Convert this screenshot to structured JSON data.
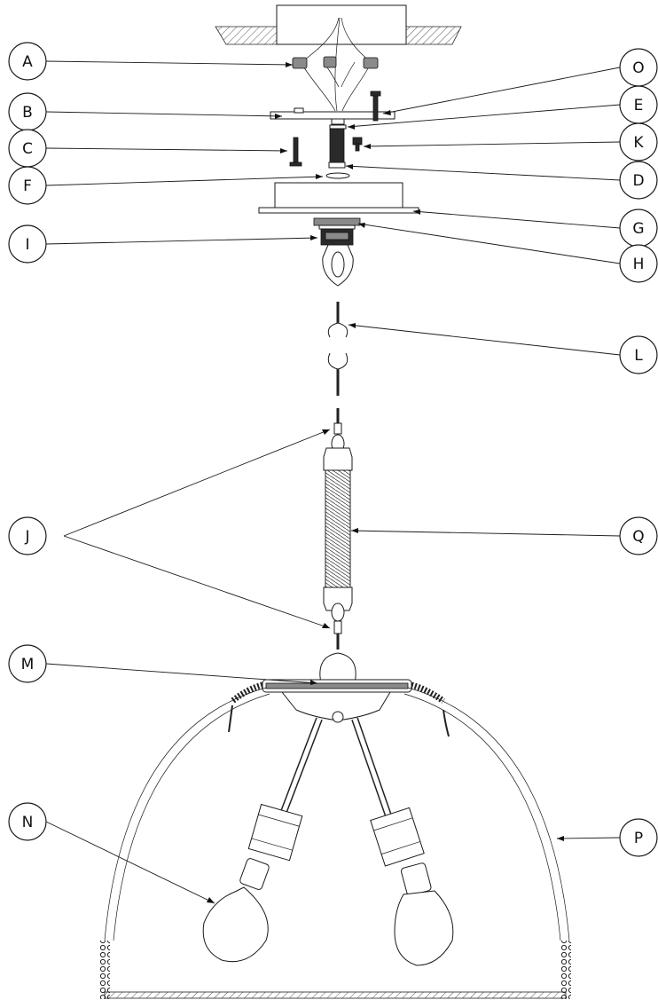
{
  "diagram": {
    "callouts_left": [
      {
        "id": "A",
        "label": "A"
      },
      {
        "id": "B",
        "label": "B"
      },
      {
        "id": "C",
        "label": "C"
      },
      {
        "id": "F",
        "label": "F"
      },
      {
        "id": "I",
        "label": "I"
      },
      {
        "id": "J",
        "label": "J"
      },
      {
        "id": "M",
        "label": "M"
      },
      {
        "id": "N",
        "label": "N"
      }
    ],
    "callouts_right": [
      {
        "id": "O",
        "label": "O"
      },
      {
        "id": "E",
        "label": "E"
      },
      {
        "id": "K",
        "label": "K"
      },
      {
        "id": "D",
        "label": "D"
      },
      {
        "id": "G",
        "label": "G"
      },
      {
        "id": "H",
        "label": "H"
      },
      {
        "id": "L",
        "label": "L"
      },
      {
        "id": "Q",
        "label": "Q"
      },
      {
        "id": "P",
        "label": "P"
      }
    ]
  }
}
